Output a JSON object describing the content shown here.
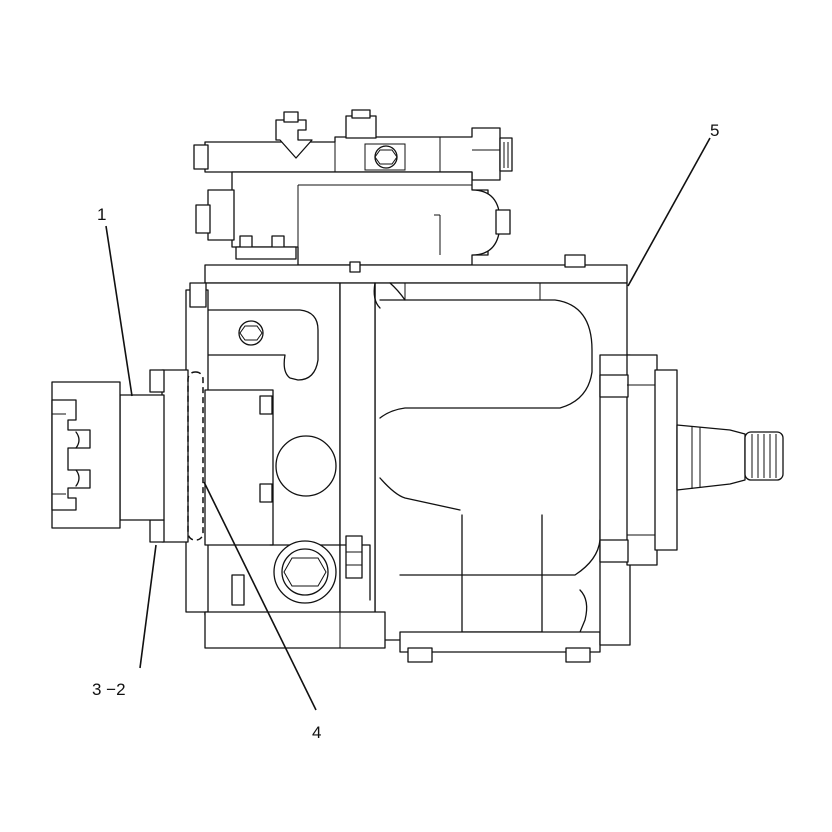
{
  "callouts": {
    "c1": "1",
    "c3_2": "3 −2",
    "c4": "4",
    "c5": "5"
  }
}
